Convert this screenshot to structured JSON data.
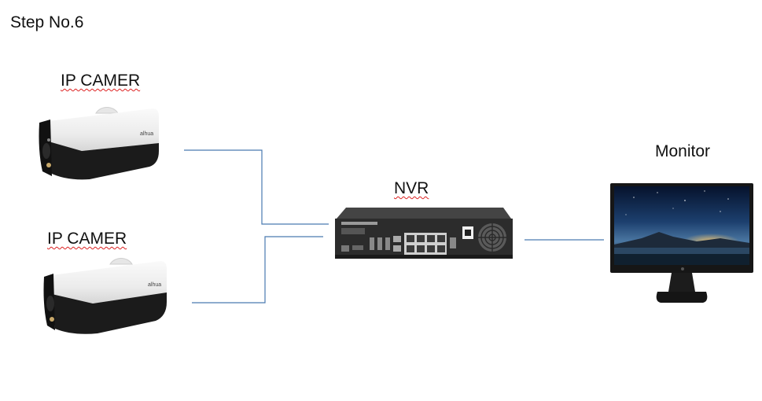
{
  "title": "Step No.6",
  "devices": {
    "camera_top": {
      "label": "IP CAMER",
      "brand": "alhua"
    },
    "camera_bottom": {
      "label": "IP CAMER",
      "brand": "alhua"
    },
    "nvr": {
      "label": "NVR"
    },
    "monitor": {
      "label": "Monitor"
    }
  },
  "colors": {
    "connector_line": "#4a7ab0",
    "camera_body": "#f1f1f1",
    "camera_front": "#1a1a1a",
    "nvr_body": "#2b2b2b",
    "monitor_frame": "#161616"
  },
  "connections": [
    "camera_top-nvr",
    "camera_bottom-nvr",
    "nvr-monitor"
  ]
}
